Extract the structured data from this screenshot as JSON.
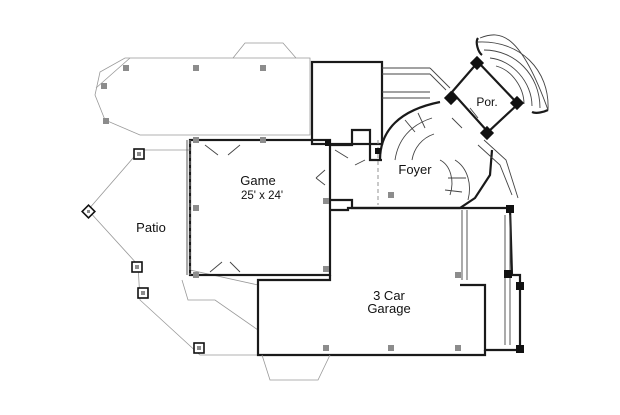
{
  "plan": {
    "rooms": [
      {
        "id": "game",
        "name": "Game",
        "dimensions": "25' x 24'"
      },
      {
        "id": "patio",
        "name": "Patio",
        "dimensions": ""
      },
      {
        "id": "foyer",
        "name": "Foyer",
        "dimensions": ""
      },
      {
        "id": "porch",
        "name": "Por.",
        "dimensions": ""
      },
      {
        "id": "garage",
        "name": "3 Car",
        "dimensions": "Garage"
      }
    ]
  }
}
